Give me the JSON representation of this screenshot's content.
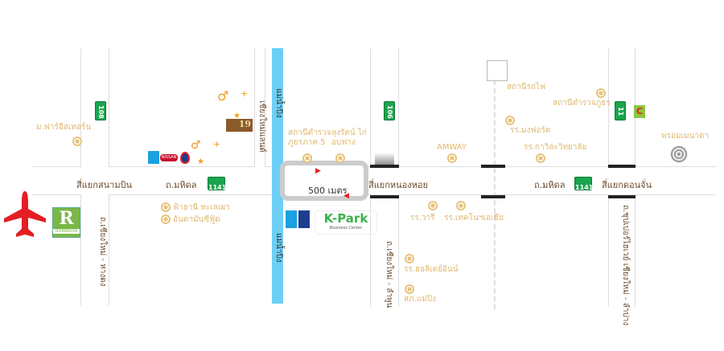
{
  "roads": {
    "main_road": "ถ.มหิดล",
    "main_road_2": "ถ.มหิดล",
    "hangdong": "ถ.เชียงใหม่ - หางดง",
    "lamphun": "ถ.เชียงใหม่ - ลำพูน",
    "lampang": "ถ.ซุปเปอร์ไฮเวย์ เชียงใหม่ - ลำปาง",
    "river_top": "แม่น้ำปิง",
    "river_bottom": "แม่น้ำปิง",
    "distance": "500 เมตร"
  },
  "intersections": {
    "airport": "สี่แยกสนามบิน",
    "nonghoi": "สี่แยกหนองหอย",
    "donchan": "สี่แยกดอนจั่น"
  },
  "highway_shields": {
    "h108": "108",
    "h1141_a": "1141",
    "h106": "106",
    "h1141_b": "1141",
    "h11": "11"
  },
  "places": {
    "far_eastern": "ม.ฟาร์อีสเทอร์น",
    "chiangmai_land": "เชียงใหม่แลนด์",
    "police_region5": "สถานีตำรวจภูธรภาค 5",
    "lungrat": "ลุงรัตน์ ไก่อบฟาง",
    "amway": "AMWAY",
    "train_station": "สถานีรถไฟ",
    "police_station": "สถานีตำรวจภูธร",
    "montfort": "รร.มงฟอร์ต",
    "kawila": "รร.กาวิละวิทยาลัย",
    "promenada": "พรอมเมนาดา",
    "fathani": "ฟ้าธานี ทะเลเผา",
    "andaman": "อันดามันซีฟู้ด",
    "waree": "รร.วารี",
    "techno_asia": "รร.เทคโนฯเอเชีย",
    "holiday_inn": "รร.ฮอลิเดย์อินน์",
    "mae_ping_police": "สภ.แม่ปิง"
  },
  "logos": {
    "robinson": "ROBINSON",
    "kpark": "K-Park",
    "kpark_sub": "Business Center",
    "nissan": "NISSAN",
    "bar19": "19"
  },
  "colors": {
    "river": "#6dcff6",
    "shield": "#1aa54d",
    "poi": "#e0b870",
    "label": "#6b4a2a",
    "plane": "#e31e24"
  }
}
